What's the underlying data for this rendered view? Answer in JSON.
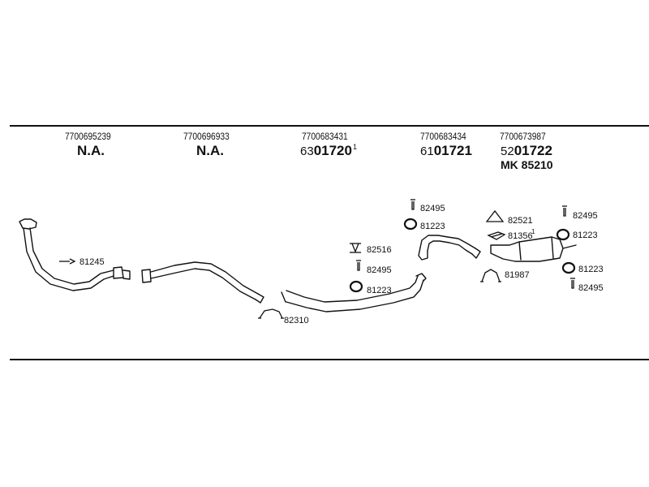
{
  "columns": [
    {
      "part_number": "7700695239",
      "code": "N.A."
    },
    {
      "part_number": "7700696933",
      "code": "N.A."
    },
    {
      "part_number": "7700683431",
      "code_prefix": "63",
      "code_main": "01720",
      "code_sup": "1"
    },
    {
      "part_number": "7700683434",
      "code_prefix": "61",
      "code_main": "01721"
    },
    {
      "part_number": "7700673987",
      "code_prefix": "52",
      "code_main": "01722",
      "extra": "MK 85210"
    }
  ],
  "labels": {
    "l81245": "81245",
    "l82310": "82310",
    "l82516": "82516",
    "l82495a": "82495",
    "l81223a": "81223",
    "l82495b": "82495",
    "l81223b": "81223",
    "l82521": "82521",
    "l81356": "81356",
    "l81356_sup": "1",
    "l81987": "81987",
    "l82495c": "82495",
    "l81223c": "81223",
    "l81223d": "81223",
    "l82495d": "82495"
  }
}
